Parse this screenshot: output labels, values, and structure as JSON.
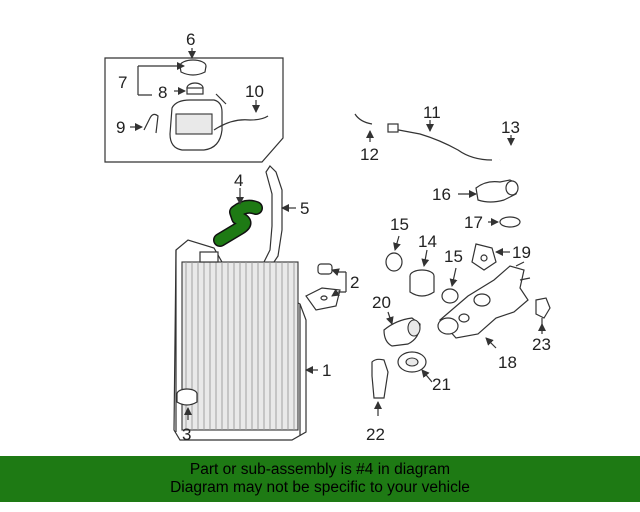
{
  "diagram": {
    "callouts": {
      "c1": "1",
      "c2": "2",
      "c3": "3",
      "c4": "4",
      "c5": "5",
      "c6": "6",
      "c7": "7",
      "c8": "8",
      "c9": "9",
      "c10": "10",
      "c11": "11",
      "c12": "12",
      "c13": "13",
      "c14": "14",
      "c15a": "15",
      "c15b": "15",
      "c16": "16",
      "c17": "17",
      "c18": "18",
      "c19": "19",
      "c20": "20",
      "c21": "21",
      "c22": "22",
      "c23": "23"
    },
    "highlight_color": "#1e7a14"
  },
  "banner": {
    "line1": "Part or sub-assembly is #4 in diagram",
    "line2": "Diagram may not be specific to your vehicle",
    "color": "#1e7a14"
  }
}
